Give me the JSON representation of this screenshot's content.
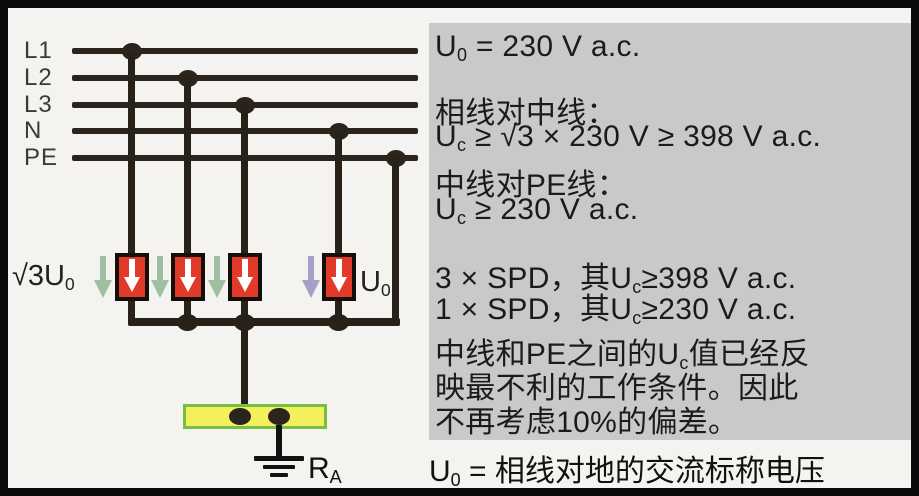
{
  "colors": {
    "frame_border": "#0b0b0b",
    "page_background": "#f5f3ef",
    "panel_background": "#c9c9c9",
    "wire": "#2b241c",
    "spd_fill": "#e13a2a",
    "spd_border": "#141009",
    "spd_arrow": "#ffffff",
    "surge_arrow_green": "#a0bfa0",
    "surge_arrow_purple": "#a79fca",
    "earth_bar_fill": "#f4ef5d",
    "earth_bar_border": "#76bf44",
    "text": "#1b1b1b"
  },
  "diagram": {
    "conductors": [
      "L1",
      "L2",
      "L3",
      "N",
      "PE"
    ],
    "spd_left_label": [
      {
        "t": "√3U"
      },
      {
        "t": "0",
        "sub": true
      }
    ],
    "spd_right_label": [
      {
        "t": "U"
      },
      {
        "t": "0",
        "sub": true
      }
    ],
    "earth_resistance_label": [
      {
        "t": "R"
      },
      {
        "t": "A",
        "sub": true
      }
    ],
    "icons": [
      "surge-down-arrow-green",
      "surge-down-arrow-green",
      "surge-down-arrow-green",
      "surge-down-arrow-purple",
      "spd-white-down-arrow",
      "ground-symbol"
    ]
  },
  "panel": {
    "lines": [
      {
        "segments": [
          {
            "t": "U"
          },
          {
            "t": "0",
            "sub": true
          },
          {
            "t": " = 230 V a.c."
          }
        ]
      },
      {
        "segments": [
          {
            "t": "相线对中线："
          }
        ]
      },
      {
        "segments": [
          {
            "t": "U"
          },
          {
            "t": "c",
            "sub": true
          },
          {
            "t": " ≥ √3 × 230 V ≥ 398 V a.c."
          }
        ]
      },
      {
        "segments": [
          {
            "t": "中线对PE线："
          }
        ]
      },
      {
        "segments": [
          {
            "t": "U"
          },
          {
            "t": "c",
            "sub": true
          },
          {
            "t": " ≥ 230 V a.c."
          }
        ]
      },
      {
        "segments": [
          {
            "t": "3 × SPD，其U"
          },
          {
            "t": "c",
            "sub": true
          },
          {
            "t": "≥398 V a.c."
          }
        ]
      },
      {
        "segments": [
          {
            "t": "1 × SPD，其U"
          },
          {
            "t": "c",
            "sub": true
          },
          {
            "t": "≥230 V a.c."
          }
        ]
      }
    ],
    "paragraph_lines": [
      {
        "segments": [
          {
            "t": "中线和PE之间的U"
          },
          {
            "t": "c",
            "sub": true
          },
          {
            "t": "值已经反"
          }
        ]
      },
      {
        "segments": [
          {
            "t": "映最不利的工作条件。因此"
          }
        ]
      },
      {
        "segments": [
          {
            "t": "不再考虑10%的偏差。"
          }
        ]
      }
    ],
    "bottom_line": {
      "segments": [
        {
          "t": "U"
        },
        {
          "t": "0",
          "sub": true
        },
        {
          "t": " = 相线对地的交流标称电压"
        }
      ]
    }
  }
}
